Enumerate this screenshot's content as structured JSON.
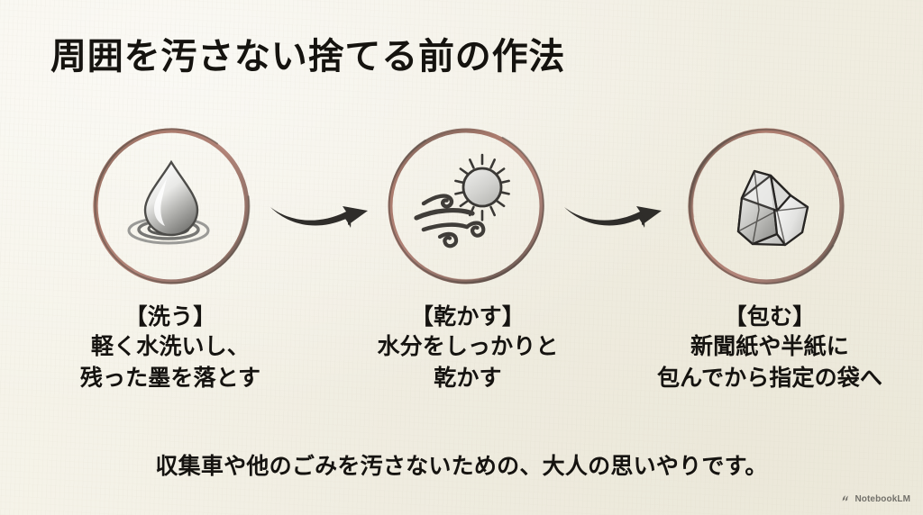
{
  "slide": {
    "background_color": "#f4f2e7",
    "text_color": "#151310",
    "ring_color": "#a8796c",
    "ink_color": "#3a3733",
    "title": "周囲を汚さない捨てる前の作法"
  },
  "steps": [
    {
      "icon": "water-droplet-icon",
      "heading": "【洗う】",
      "lines": [
        "軽く水洗いし、",
        "残った墨を落とす"
      ]
    },
    {
      "icon": "sun-and-wind-icon",
      "heading": "【乾かす】",
      "lines": [
        "水分をしっかりと",
        "乾かす"
      ]
    },
    {
      "icon": "wrapped-paper-icon",
      "heading": "【包む】",
      "lines": [
        "新聞紙や半紙に",
        "包んでから指定の袋へ"
      ]
    }
  ],
  "arrows": [
    {
      "name": "arrow-step1-to-step2"
    },
    {
      "name": "arrow-step2-to-step3"
    }
  ],
  "footer": {
    "text": "収集車や他のごみを汚さないための、大人の思いやりです。"
  },
  "watermark": {
    "label": "NotebookLM",
    "icon": "notebooklm-logo-icon"
  }
}
